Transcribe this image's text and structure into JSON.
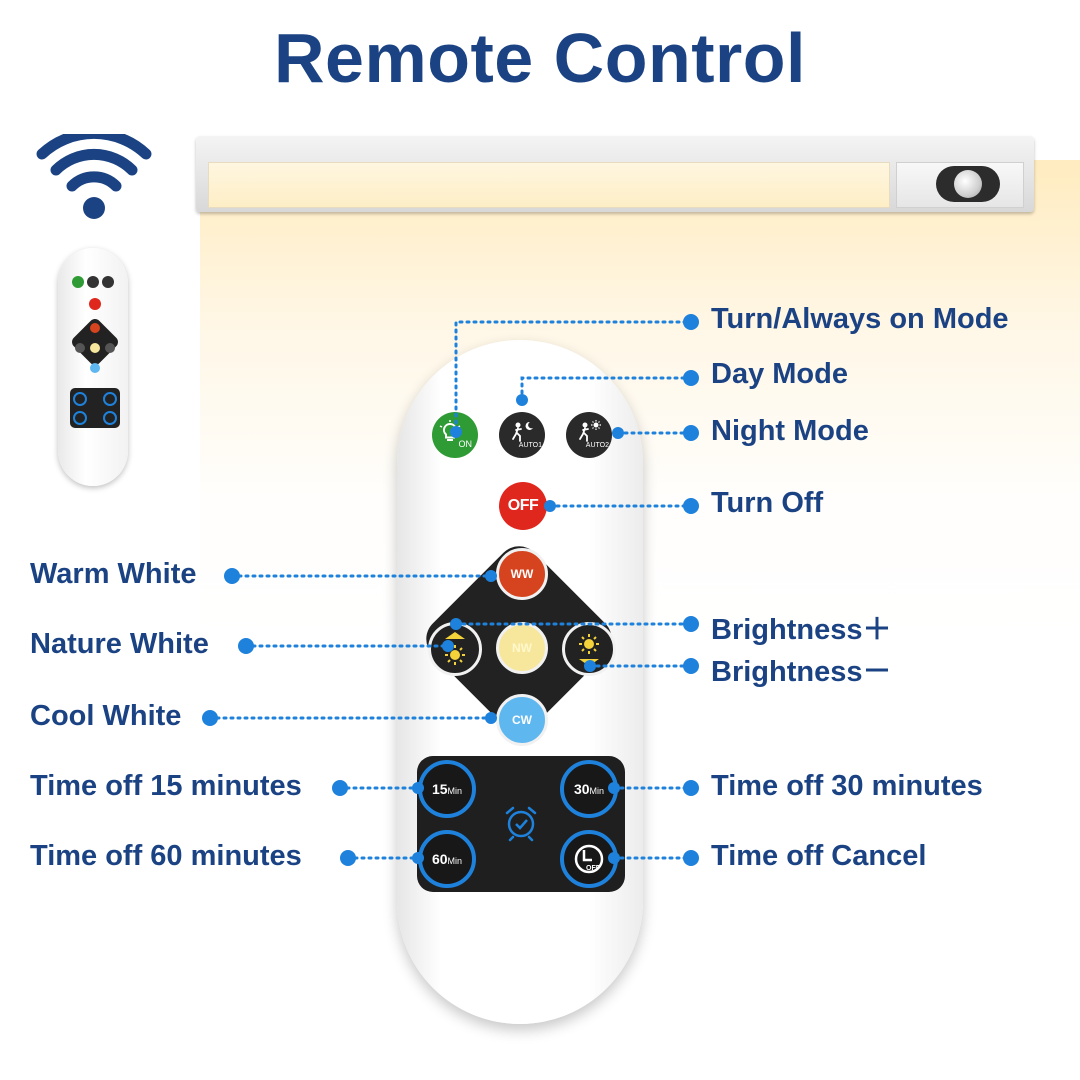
{
  "title": "Remote Control",
  "colors": {
    "title_blue": "#1b4383",
    "leader_blue": "#1e82dc",
    "on_green": "#2f9b35",
    "off_red": "#e0271e",
    "warm_white": "#d5441f",
    "nature_white": "#f7e79c",
    "cool_white": "#5fb7f0"
  },
  "icons": {
    "wireless": "wifi-icon",
    "timer": "alarm-clock-icon",
    "cancel": "clock-off-icon"
  },
  "remote": {
    "on_sub": "ON",
    "auto1_sub": "AUTO1",
    "auto2_sub": "AUTO2",
    "off": "OFF",
    "ww": "WW",
    "nw": "NW",
    "cw": "CW",
    "t15": "15",
    "t30": "30",
    "t60": "60",
    "min": "Min",
    "cancel_sub": "OFF"
  },
  "labels": {
    "always_on": "Turn/Always on Mode",
    "day": "Day Mode",
    "night": "Night Mode",
    "turn_off": "Turn Off",
    "warm_white": "Warm White",
    "nature_white": "Nature White",
    "cool_white": "Cool White",
    "brightness_up": "Brightness＋",
    "brightness_down": "Brightness－",
    "time_15": "Time off 15 minutes",
    "time_30": "Time off 30 minutes",
    "time_60": "Time off 60 minutes",
    "time_cancel": "Time off Cancel"
  }
}
